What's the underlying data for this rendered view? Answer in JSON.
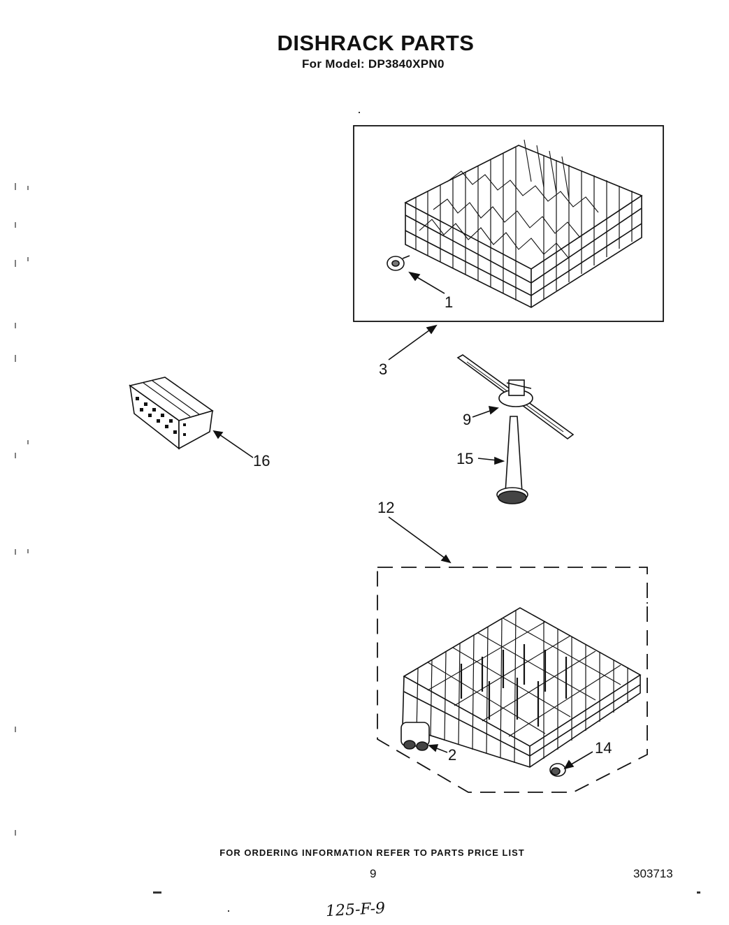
{
  "header": {
    "title": "DISHRACK PARTS",
    "model_line": "For Model: DP3840XPN0"
  },
  "callouts": {
    "c1": "1",
    "c2": "2",
    "c3": "3",
    "c9": "9",
    "c12": "12",
    "c14": "14",
    "c15": "15",
    "c16": "16"
  },
  "footer": {
    "ordering_note": "FOR ORDERING INFORMATION REFER TO PARTS PRICE LIST",
    "page_number": "9",
    "document_number": "303713",
    "handwritten_note": "125-F-9"
  }
}
